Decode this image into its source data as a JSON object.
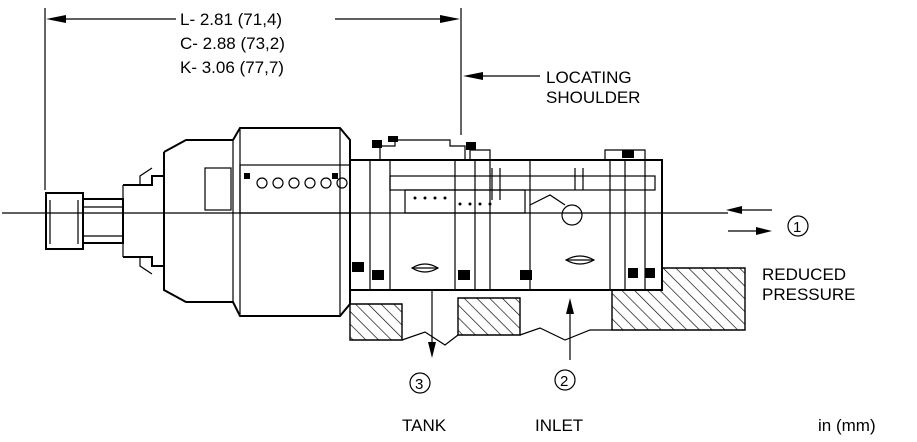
{
  "dimensions": {
    "line1": "L- 2.81 (71,4)",
    "line2": "C- 2.88 (73,2)",
    "line3": "K- 3.06 (77,7)"
  },
  "labels": {
    "locating_shoulder_line1": "LOCATING",
    "locating_shoulder_line2": "SHOULDER",
    "reduced_pressure_line1": "REDUCED",
    "reduced_pressure_line2": "PRESSURE",
    "tank": "TANK",
    "inlet": "INLET",
    "units": "in (mm)"
  },
  "ports": {
    "port1": "1",
    "port2": "2",
    "port3": "3"
  }
}
